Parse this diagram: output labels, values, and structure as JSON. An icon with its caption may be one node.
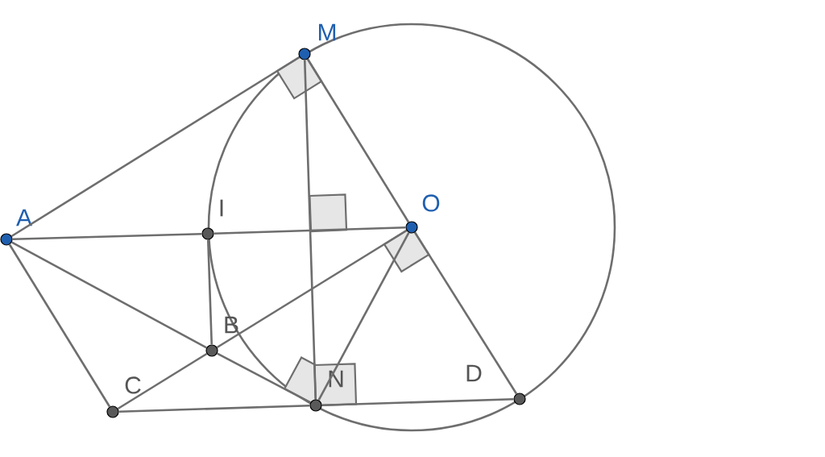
{
  "diagram": {
    "nodes": [
      {
        "text": [
          "A"
        ]
      },
      {
        "text": [
          "M"
        ]
      },
      {
        "text": [
          "O"
        ]
      },
      {
        "text": [
          "I"
        ]
      },
      {
        "text": [
          "B"
        ]
      },
      {
        "text": [
          "C"
        ]
      },
      {
        "text": [
          "N"
        ]
      },
      {
        "text": [
          "D"
        ]
      }
    ],
    "edges": [
      {
        "from": 0,
        "to": 1,
        "arrow": "none"
      },
      {
        "from": 1,
        "to": 2,
        "arrow": "none"
      },
      {
        "from": 0,
        "to": 3,
        "arrow": "none"
      },
      {
        "from": 3,
        "to": 2,
        "arrow": "none"
      },
      {
        "from": 1,
        "to": 6,
        "arrow": "none"
      },
      {
        "from": 2,
        "to": 6,
        "arrow": "none"
      },
      {
        "from": 2,
        "to": 7,
        "arrow": "none"
      },
      {
        "from": 2,
        "to": 4,
        "arrow": "none"
      },
      {
        "from": 4,
        "to": 5,
        "arrow": "none"
      },
      {
        "from": 0,
        "to": 5,
        "arrow": "none"
      },
      {
        "from": 0,
        "to": 4,
        "arrow": "none"
      },
      {
        "from": 4,
        "to": 6,
        "arrow": "none"
      },
      {
        "from": 5,
        "to": 6,
        "arrow": "none"
      },
      {
        "from": 6,
        "to": 7,
        "arrow": "none"
      },
      {
        "from": 3,
        "to": 4,
        "arrow": "none"
      }
    ]
  }
}
